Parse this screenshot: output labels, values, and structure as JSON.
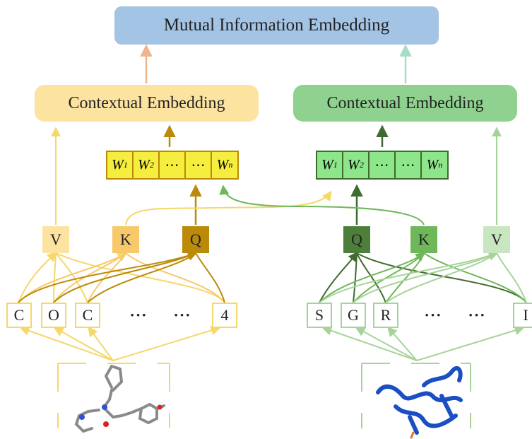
{
  "title": "Mutual Information Embedding",
  "left": {
    "context_label": "Contextual Embedding",
    "weights": [
      "W",
      "W",
      "⋯",
      "⋯",
      "W"
    ],
    "weight_subs": [
      "1",
      "2",
      "",
      "",
      "n"
    ],
    "kqv": [
      "V",
      "K",
      "Q"
    ],
    "tokens": [
      "C",
      "O",
      "C",
      "···",
      "···",
      "4"
    ],
    "colors": {
      "light": "#fde3a0",
      "mid": "#f7c96a",
      "dark": "#bb8a08",
      "edge": "#f6d76a",
      "weight_fill": "#f5ee3e"
    }
  },
  "right": {
    "context_label": "Contextual Embedding",
    "weights": [
      "W",
      "W",
      "⋯",
      "⋯",
      "W"
    ],
    "weight_subs": [
      "1",
      "2",
      "",
      "",
      "n"
    ],
    "kqv": [
      "Q",
      "K",
      "V"
    ],
    "tokens": [
      "S",
      "G",
      "R",
      "···",
      "···",
      "I"
    ],
    "colors": {
      "light": "#c8e6bf",
      "mid": "#6fb85a",
      "dark": "#4d7f3a",
      "edge": "#a7d39a",
      "weight_fill": "#8ee68b"
    }
  }
}
